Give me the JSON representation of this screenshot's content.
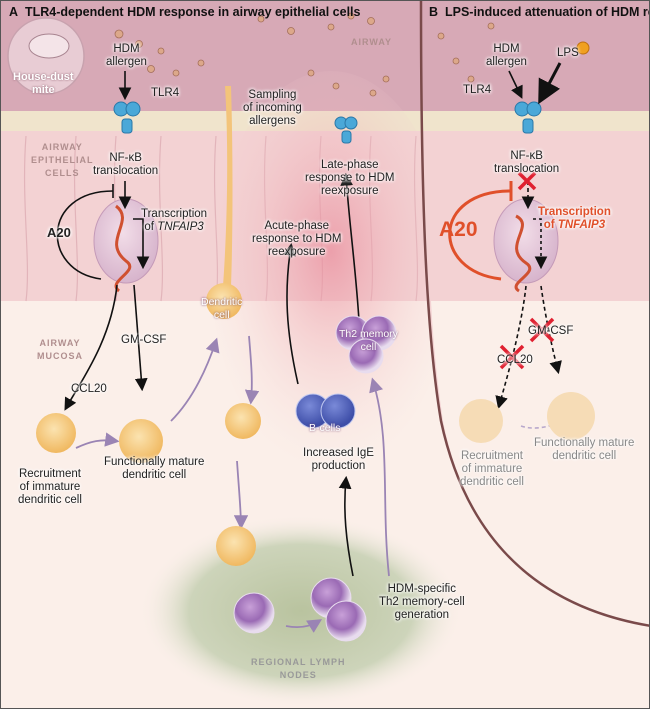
{
  "panel_a": {
    "letter": "A",
    "title": "TLR4-dependent HDM response in airway epithelial cells",
    "labels": {
      "house_dust_mite": [
        "House-dust",
        "mite"
      ],
      "hdm_allergen": [
        "HDM",
        "allergen"
      ],
      "tlr4": "TLR4",
      "airway": "AIRWAY",
      "airway_epithelial_cells": [
        "AIRWAY",
        "EPITHELIAL",
        "CELLS"
      ],
      "nfkb_translocation": [
        "NF-κB",
        "translocation"
      ],
      "a20": "A20",
      "transcription": [
        "Transcription",
        "of "
      ],
      "tnfaip3": "TNFAIP3",
      "sampling": [
        "Sampling",
        "of incoming",
        "allergens"
      ],
      "late_phase": [
        "Late-phase",
        "response to HDM",
        "reexposure"
      ],
      "acute_phase": [
        "Acute-phase",
        "response to HDM",
        "reexposure"
      ],
      "dendritic_cell": [
        "Dendritic",
        "cell"
      ],
      "airway_mucosa": [
        "AIRWAY",
        "MUCOSA"
      ],
      "gm_csf": "GM-CSF",
      "ccl20": "CCL20",
      "recruitment": [
        "Recruitment",
        "of immature",
        "dendritic cell"
      ],
      "functionally_mature": [
        "Functionally mature",
        "dendritic cell"
      ],
      "th2_memory_cell": [
        "Th2 memory",
        "cell"
      ],
      "b_cells": "B-cells",
      "increased_ige": [
        "Increased IgE",
        "production"
      ],
      "hdm_specific": [
        "HDM-specific",
        "Th2 memory-cell",
        "generation"
      ],
      "regional_lymph_nodes": [
        "REGIONAL LYMPH",
        "NODES"
      ]
    }
  },
  "panel_b": {
    "letter": "B",
    "title": "LPS-induced attenuation of HDM response",
    "labels": {
      "hdm_allergen": [
        "HDM",
        "allergen"
      ],
      "lps": "LPS",
      "tlr4": "TLR4",
      "nfkb_translocation": [
        "NF-κB",
        "translocation"
      ],
      "a20": "A20",
      "transcription": [
        "Transcription",
        "of "
      ],
      "tnfaip3": "TNFAIP3",
      "gm_csf": "GM-CSF",
      "ccl20": "CCL20",
      "recruitment": [
        "Recruitment",
        "of immature",
        "dendritic cell"
      ],
      "functionally_mature": [
        "Functionally mature",
        "dendritic cell"
      ]
    }
  },
  "colors": {
    "inhibition_red": "#e0502a",
    "block_x": "#e02030",
    "airway": "#d9a8b4",
    "epithelium": "#f2d0d2",
    "mucosa": "#fbf1ec",
    "lymph_node": "#c5ceb0",
    "dendritic": "#f3c47a",
    "th2": "#a884c0",
    "bcell": "#5c6cc0",
    "receptor": "#4aa8d8"
  }
}
